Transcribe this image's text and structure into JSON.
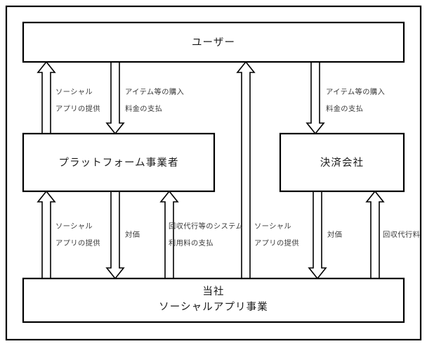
{
  "diagram": {
    "title": "",
    "colors": {
      "background": "#ffffff",
      "stroke": "#000000",
      "box_fill": "#ffffff",
      "text": "#1a1a1a",
      "label_text": "#3a3a3a"
    },
    "boxes": [
      {
        "id": "user",
        "lines": [
          "ユーザー"
        ]
      },
      {
        "id": "platform",
        "lines": [
          "プラットフォーム事業者"
        ]
      },
      {
        "id": "payment",
        "lines": [
          "決済会社"
        ]
      },
      {
        "id": "company",
        "lines": [
          "当社",
          "ソーシャルアプリ事業"
        ]
      }
    ],
    "labels": [
      {
        "id": "l1",
        "lines": [
          "ソーシャル",
          "アプリの提供"
        ]
      },
      {
        "id": "l2",
        "lines": [
          "アイテム等の購入",
          "料金の支払"
        ]
      },
      {
        "id": "l3",
        "lines": [
          "アイテム等の購入",
          "料金の支払"
        ]
      },
      {
        "id": "l4",
        "lines": [
          "ソーシャル",
          "アプリの提供"
        ]
      },
      {
        "id": "l5",
        "lines": [
          "対価"
        ]
      },
      {
        "id": "l6",
        "lines": [
          "回収代行等のシステム",
          "利用料の支払"
        ]
      },
      {
        "id": "l7",
        "lines": [
          "ソーシャル",
          "アプリの提供"
        ]
      },
      {
        "id": "l8",
        "lines": [
          "対価"
        ]
      },
      {
        "id": "l9",
        "lines": [
          "回収代行料"
        ]
      }
    ]
  }
}
